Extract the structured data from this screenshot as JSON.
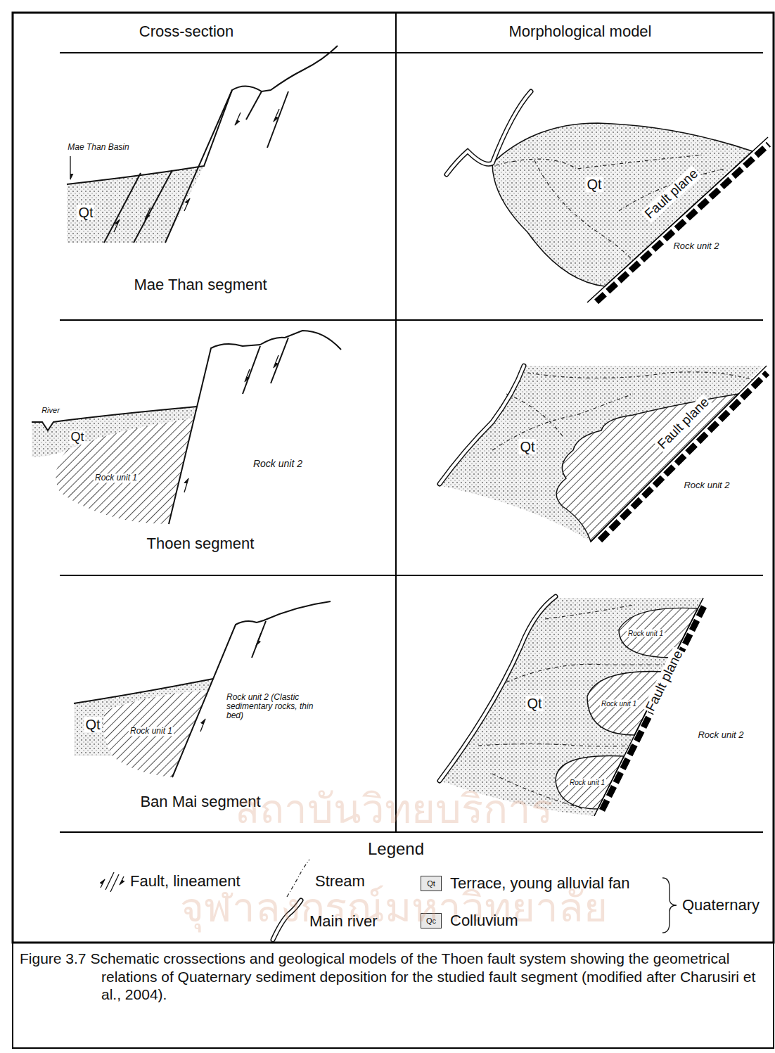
{
  "diagram": {
    "caption": "Figure 3.7 Schematic crossections and geological models of the Thoen fault system showing the geometrical relations of Quaternary sediment deposition for the studied fault segment (modified after Charusiri et al., 2004).",
    "labels": [
      "Cross-section",
      "Morphological model",
      "Mae Than Basin",
      "Qt",
      "Mae Than segment",
      "Qt",
      "Fault plane",
      "Rock unit 2",
      "River",
      "Qt",
      "Rock unit 1",
      "Rock unit 2",
      "Thoen segment",
      "Qt",
      "Fault plane",
      "Rock unit 2",
      "Qt",
      "Rock unit 1",
      "Rock unit 2 (Clastic sedimentary rocks, thin bed)",
      "Ban Mai segment",
      "Qt",
      "Rock unit 1",
      "Rock unit 1",
      "Rock unit 1",
      "Fault plane",
      "Rock unit 2",
      "Legend",
      "Qt",
      "Qc",
      "Quaternary",
      "สถาบันวิทยบริการ",
      "จุฬาลงกรณ์มหาวิทยาลัย"
    ],
    "legend": [
      {
        "text": "Fault, lineament"
      },
      {
        "text": "Stream"
      },
      {
        "text": "Main river"
      },
      {
        "text": "Terrace, young alluvial fan",
        "color": "#e8e8e8"
      },
      {
        "text": "Colluvium",
        "color": "#e8e8e8"
      }
    ]
  }
}
